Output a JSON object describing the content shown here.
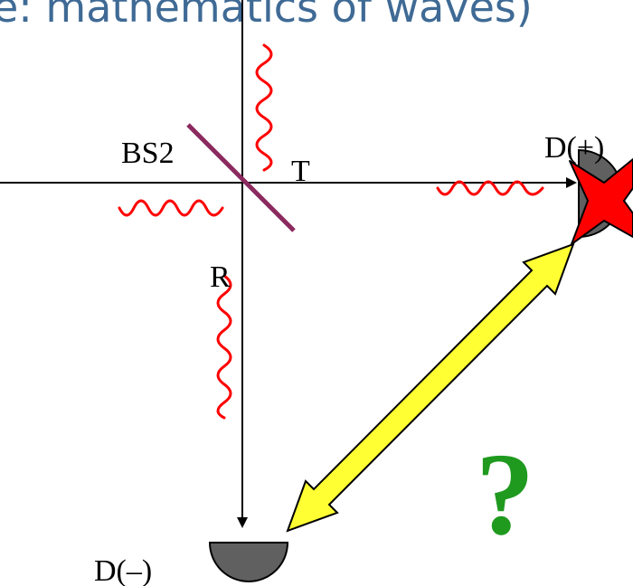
{
  "title": "e: mathematics of waves)",
  "labels": {
    "beam_splitter": "BS2",
    "transmitted": "T",
    "reflected": "R",
    "detector_plus": "D(+)",
    "detector_minus": "D(–)",
    "question": "?"
  },
  "colors": {
    "title": "#3f6a95",
    "wave": "#ff0000",
    "beam_splitter": "#8b2a5e",
    "detector": "#606060",
    "cross": "#ff0000",
    "double_arrow": "#ffff33",
    "question": "#1f9a1f"
  }
}
